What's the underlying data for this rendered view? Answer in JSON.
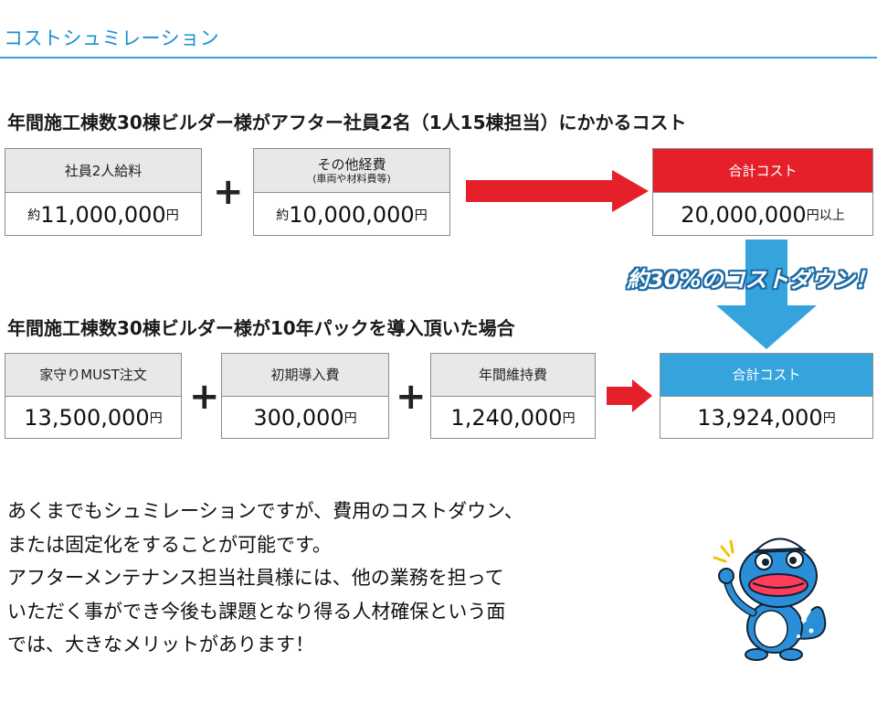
{
  "page": {
    "title": "コストシュミレーション"
  },
  "before": {
    "heading": "年間施工棟数30棟ビルダー様がアフター社員2名（1人15棟担当）にかかるコスト",
    "salary": {
      "label": "社員2人給料",
      "prefix": "約",
      "amount": "11,000,000",
      "unit": "円"
    },
    "other": {
      "label": "その他経費",
      "sublabel": "(車両や材料費等)",
      "prefix": "約",
      "amount": "10,000,000",
      "unit": "円"
    },
    "total": {
      "label": "合計コスト",
      "amount": "20,000,000",
      "unit": "円以上"
    }
  },
  "badge": {
    "text": "約30%のコストダウン！"
  },
  "after": {
    "heading": "年間施工棟数30棟ビルダー様が10年パックを導入頂いた場合",
    "order": {
      "label": "家守りMUST注文",
      "amount": "13,500,000",
      "unit": "円"
    },
    "intro": {
      "label": "初期導入費",
      "amount": "300,000",
      "unit": "円"
    },
    "maint": {
      "label": "年間維持費",
      "amount": "1,240,000",
      "unit": "円"
    },
    "total": {
      "label": "合計コスト",
      "amount": "13,924,000",
      "unit": "円"
    }
  },
  "plus_symbol": "+",
  "body": {
    "lines": [
      "あくまでもシュミレーションですが、費用のコストダウン、",
      "または固定化をすることが可能です。",
      "アフターメンテナンス担当社員様には、他の業務を担って",
      "いただく事ができ今後も課題となり得る人材確保という面",
      "では、大きなメリットがあります！"
    ]
  },
  "colors": {
    "accent_blue": "#35a4dd",
    "accent_red": "#e5202b",
    "title_blue": "#1e8fd6"
  },
  "icons": {
    "arrow_red": "red-arrow-icon",
    "arrow_blue": "blue-down-arrow-icon",
    "mascot": "gecko-mascot-icon"
  }
}
